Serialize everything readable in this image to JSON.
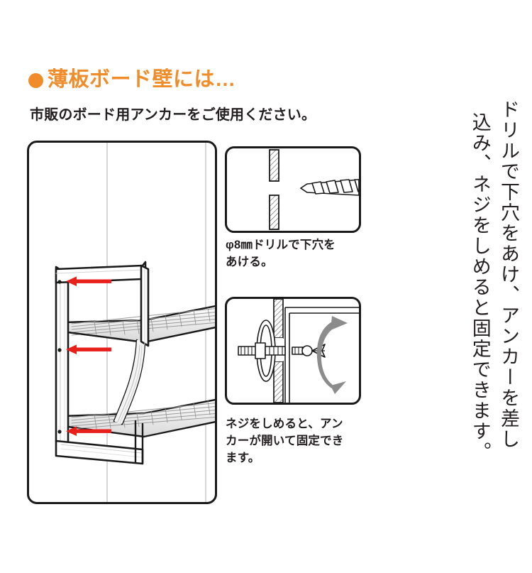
{
  "heading": {
    "bullet_icon": "filled-circle-bullet",
    "text": "薄板ボード壁には…",
    "color": "#f08d2a"
  },
  "subheading": {
    "text": "市販のボード用アンカーをご使用ください。"
  },
  "main_panel": {
    "name": "wall-mounted-shelf-illustration",
    "description": "薄板ボード壁に取り付けたブラケット棚の図",
    "arrow_color": "#e8201b",
    "arrow_count": 3,
    "screw_hole_count": 3
  },
  "insets": [
    {
      "id": "drill-step",
      "illustration": "drill-bit-and-board-cross-section",
      "caption_lines": [
        "φ8㎜ドリルで下穴を",
        "あける。"
      ],
      "caption": "φ8㎜ドリルで下穴をあける。"
    },
    {
      "id": "anchor-step",
      "illustration": "expanding-anchor-cross-section-with-rotation-arrow",
      "caption_lines": [
        "ネジをしめると、アン",
        "カーが開いて固定でき",
        "ます。"
      ],
      "caption": "ネジをしめると、アンカーが開いて固定できます。"
    }
  ],
  "vertical_text": {
    "column_1": "ドリルで下穴をあけ、アンカーを差し",
    "column_2": "込み、ネジをしめると固定できます。",
    "full": "ドリルで下穴をあけ、アンカーを差し込み、ネジをしめると固定できます。"
  },
  "colors": {
    "accent_orange": "#f08d2a",
    "arrow_red": "#e8201b",
    "ink_black": "#231f20",
    "line_gray": "#b9b9b9",
    "background": "#ffffff"
  }
}
